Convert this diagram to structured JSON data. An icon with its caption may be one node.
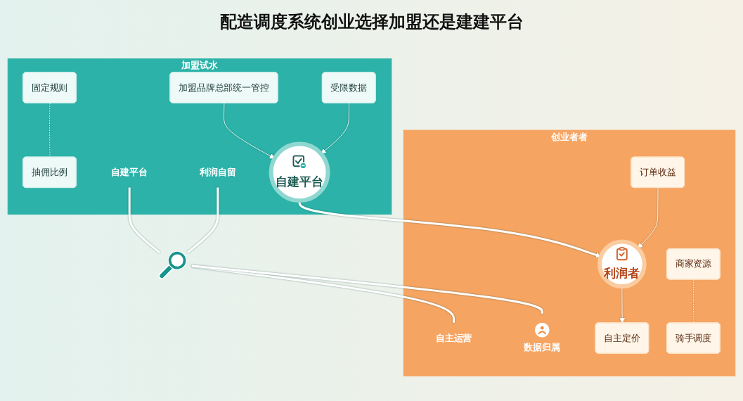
{
  "diagram": {
    "title": "配造调度系统创业选择加盟还是建建平台",
    "nodes": [
      {
        "text": [
          "加盟试水"
        ]
      },
      {
        "text": [
          "加盟品牌总部统一管控"
        ],
        "in": 0
      },
      {
        "text": [
          "固定规则"
        ],
        "in": 0
      },
      {
        "text": [
          "抽佣比例"
        ],
        "in": 0
      },
      {
        "text": [
          "受限数据"
        ],
        "in": 0
      },
      {
        "text": [
          "自建平台"
        ],
        "in": 0
      },
      {
        "text": [
          "自建平台"
        ],
        "in": 0
      },
      {
        "text": [
          "利润自留"
        ],
        "in": 0
      },
      {
        "text": [],
        "shape": "picture"
      },
      {
        "text": [
          "创业者者"
        ]
      },
      {
        "text": [
          "自主运营"
        ],
        "in": 9
      },
      {
        "text": [
          "数据归属"
        ],
        "in": 9
      },
      {
        "text": [
          "利润者"
        ],
        "in": 9
      },
      {
        "text": [
          "自主定价"
        ],
        "in": 9
      },
      {
        "text": [
          "商家资源"
        ],
        "in": 9
      },
      {
        "text": [
          "骑手调度"
        ],
        "in": 9
      },
      {
        "text": [
          "订单收益"
        ],
        "in": 9
      }
    ],
    "edges": [
      {
        "from": 1,
        "to": 5,
        "arrow": "to"
      },
      {
        "from": 4,
        "to": 5,
        "arrow": "to"
      },
      {
        "from": 2,
        "to": 3,
        "arrow": "none",
        "style": "dashed"
      },
      {
        "from": 6,
        "to": 8,
        "arrow": "none",
        "style": "thick"
      },
      {
        "from": 7,
        "to": 8,
        "arrow": "none",
        "style": "thick"
      },
      {
        "from": 8,
        "to": 10,
        "arrow": "none",
        "style": "thick"
      },
      {
        "from": 8,
        "to": 11,
        "arrow": "none",
        "style": "thick"
      },
      {
        "from": 5,
        "to": 12,
        "arrow": "to",
        "style": "thick"
      },
      {
        "from": 12,
        "to": 13,
        "arrow": "to"
      },
      {
        "from": 16,
        "to": 12,
        "arrow": "to"
      },
      {
        "from": 14,
        "to": 15,
        "arrow": "none",
        "style": "dashed"
      }
    ]
  }
}
